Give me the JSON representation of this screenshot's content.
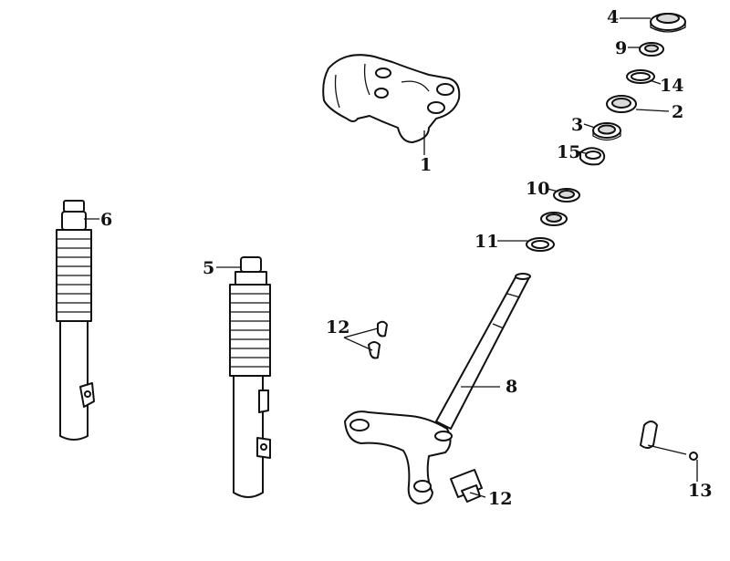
{
  "diagram": {
    "callouts": [
      {
        "id": "label-1",
        "text": "1"
      },
      {
        "id": "label-2",
        "text": "2"
      },
      {
        "id": "label-3",
        "text": "3"
      },
      {
        "id": "label-4",
        "text": "4"
      },
      {
        "id": "label-5",
        "text": "5"
      },
      {
        "id": "label-6",
        "text": "6"
      },
      {
        "id": "label-8",
        "text": "8"
      },
      {
        "id": "label-9",
        "text": "9"
      },
      {
        "id": "label-10",
        "text": "10"
      },
      {
        "id": "label-11",
        "text": "11"
      },
      {
        "id": "label-12a",
        "text": "12"
      },
      {
        "id": "label-12b",
        "text": "12"
      },
      {
        "id": "label-13",
        "text": "13"
      },
      {
        "id": "label-14",
        "text": "14"
      },
      {
        "id": "label-15",
        "text": "15"
      }
    ]
  }
}
